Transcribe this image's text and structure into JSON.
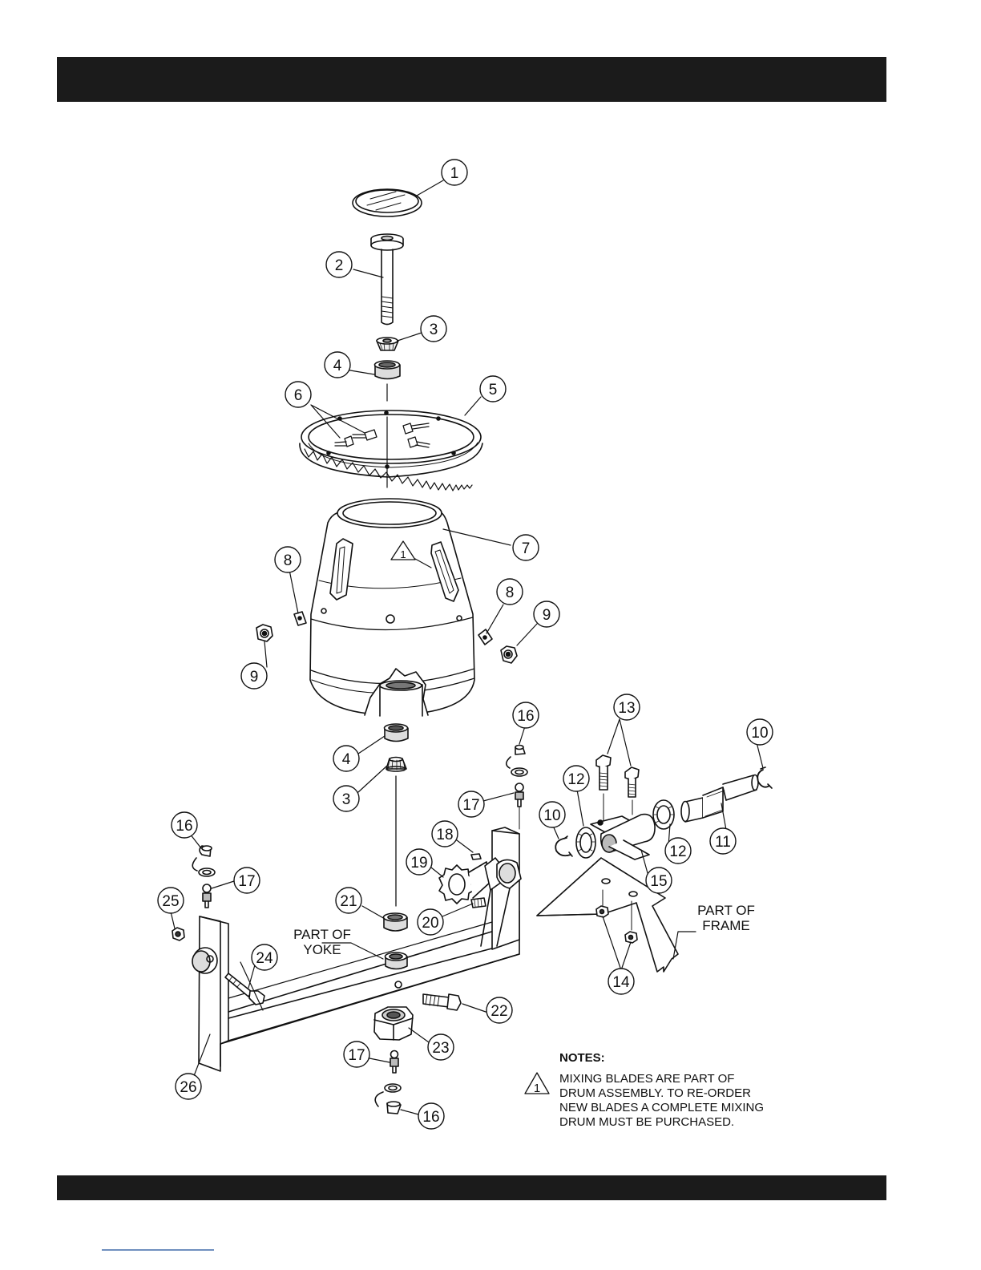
{
  "header": {
    "title": ""
  },
  "callouts": [
    {
      "num": "1"
    },
    {
      "num": "2"
    },
    {
      "num": "3"
    },
    {
      "num": "4"
    },
    {
      "num": "5"
    },
    {
      "num": "6"
    },
    {
      "num": "7"
    },
    {
      "num": "8"
    },
    {
      "num": "8"
    },
    {
      "num": "9"
    },
    {
      "num": "9"
    },
    {
      "num": "16"
    },
    {
      "num": "13"
    },
    {
      "num": "10"
    },
    {
      "num": "4"
    },
    {
      "num": "3"
    },
    {
      "num": "12"
    },
    {
      "num": "17"
    },
    {
      "num": "10"
    },
    {
      "num": "11"
    },
    {
      "num": "16"
    },
    {
      "num": "18"
    },
    {
      "num": "12"
    },
    {
      "num": "19"
    },
    {
      "num": "17"
    },
    {
      "num": "15"
    },
    {
      "num": "25"
    },
    {
      "num": "21"
    },
    {
      "num": "20"
    },
    {
      "num": "24"
    },
    {
      "num": "14"
    },
    {
      "num": "22"
    },
    {
      "num": "23"
    },
    {
      "num": "17"
    },
    {
      "num": "26"
    },
    {
      "num": "16"
    }
  ],
  "labels": {
    "yoke_line1": "PART OF",
    "yoke_line2": "YOKE",
    "frame_line1": "PART OF",
    "frame_line2": "FRAME",
    "drum_warning_symbol": "1"
  },
  "notes": {
    "heading": "NOTES:",
    "symbol": "1",
    "lines": [
      "MIXING BLADES ARE PART OF",
      "DRUM ASSEMBLY. TO RE-ORDER",
      "NEW BLADES A COMPLETE MIXING",
      "DRUM MUST BE PURCHASED."
    ]
  }
}
